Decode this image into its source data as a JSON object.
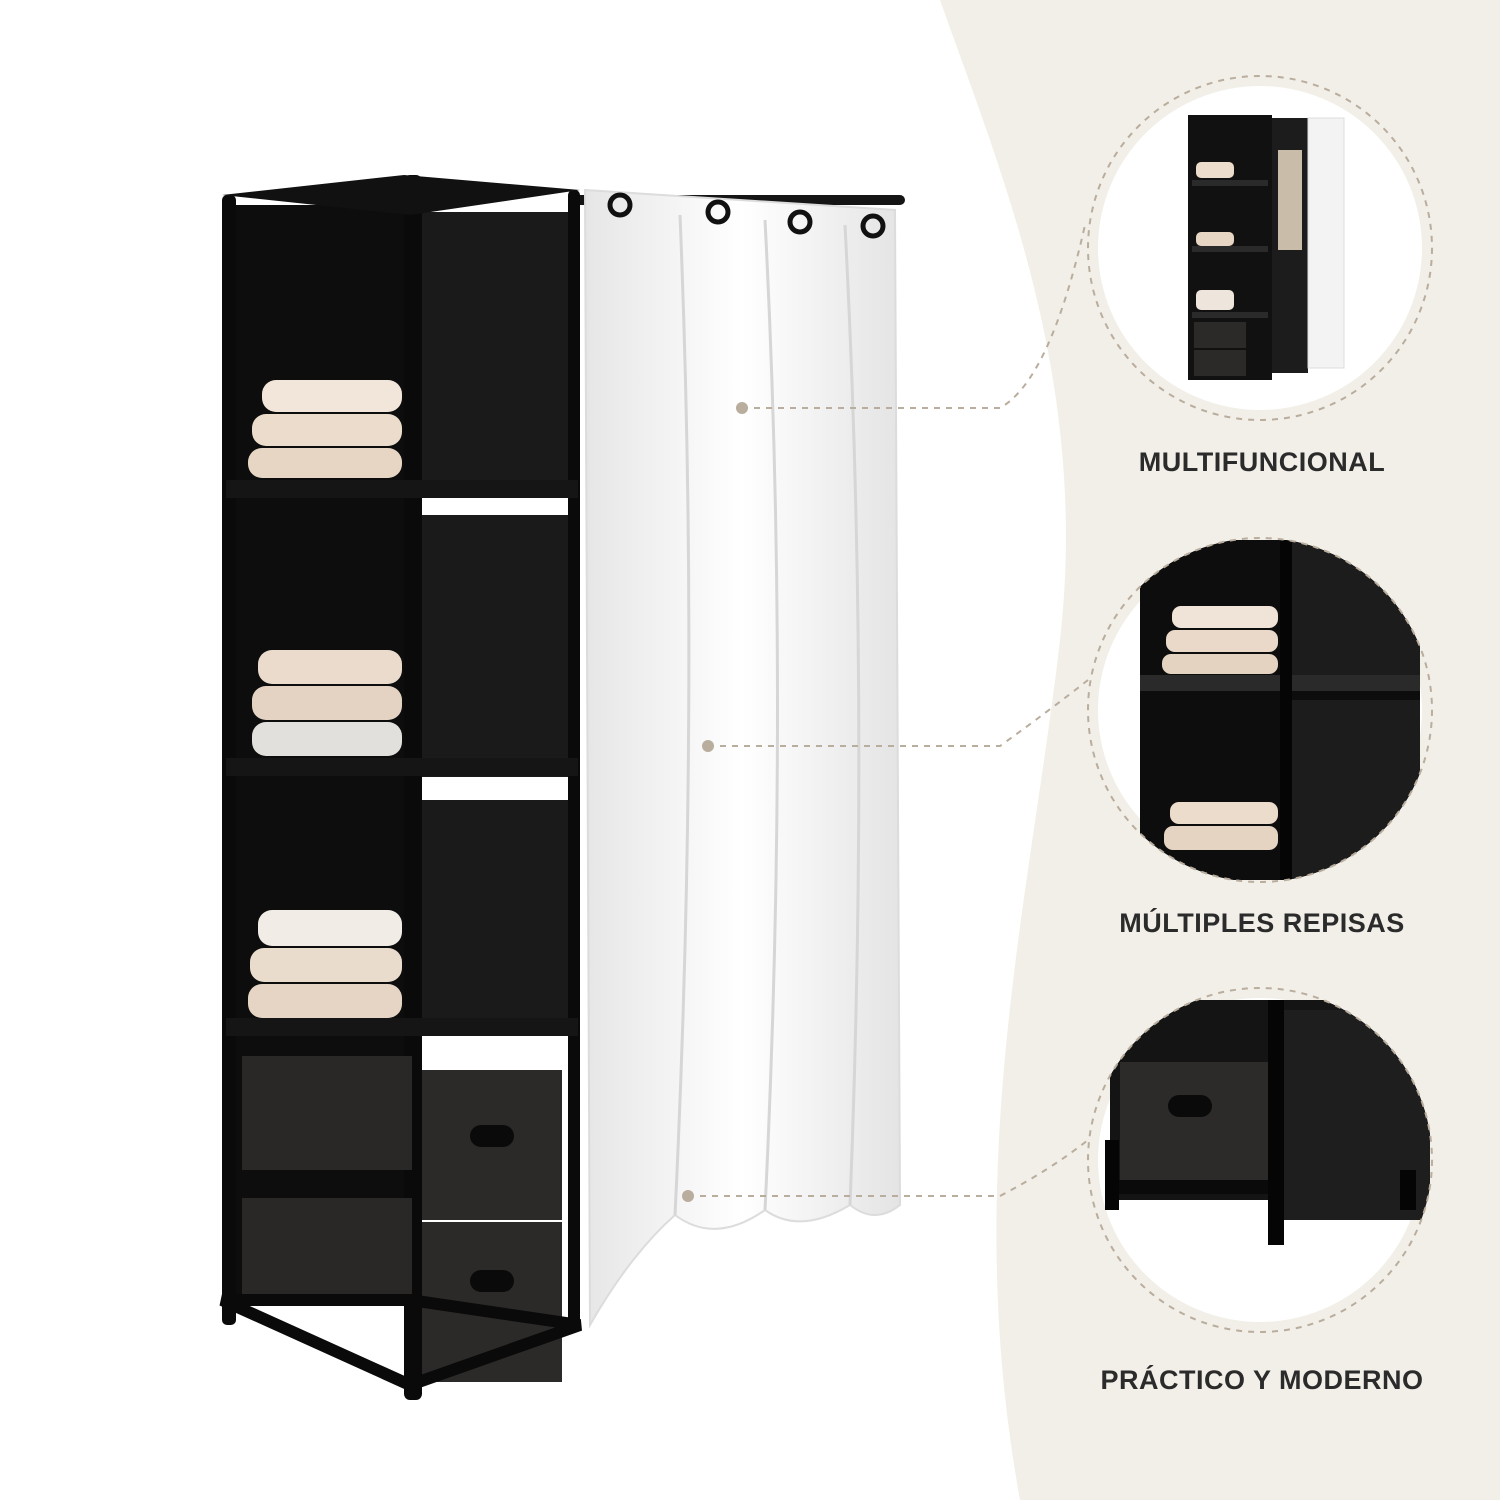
{
  "colors": {
    "background": "#ffffff",
    "panel": "#f2efe8",
    "frame": "#111111",
    "curtain": "#f7f7f7",
    "folded_cloth": "#e8d8c8",
    "leader_line": "#b9ad9e",
    "label_text": "#2b2b2b"
  },
  "features": [
    {
      "label": "MULTIFUNCIONAL",
      "icon": "full-wardrobe-view"
    },
    {
      "label": "MÚLTIPLES REPISAS",
      "icon": "shelves-closeup"
    },
    {
      "label": "PRÁCTICO Y MODERNO",
      "icon": "drawer-closeup"
    }
  ]
}
